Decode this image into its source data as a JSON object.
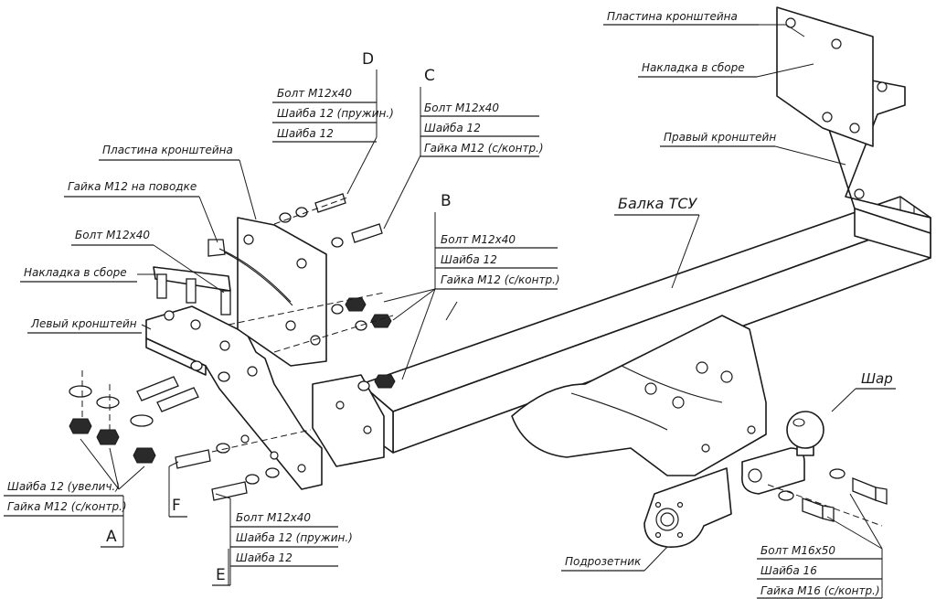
{
  "labels": {
    "bracket_plate_right": "Пластина кронштейна",
    "overlay_assembly_right": "Накладка в сборе",
    "right_bracket": "Правый кронштейн",
    "beam": "Балка ТСУ",
    "ball": "Шар",
    "socket_plate": "Подрозетник",
    "bracket_plate_left": "Пластина кронштейна",
    "nut_on_leash": "Гайка М12 на поводке",
    "bolt_left": "Болт М12х40",
    "overlay_assembly_left": "Накладка в сборе",
    "left_bracket": "Левый кронштейн"
  },
  "groups": {
    "A": {
      "letter": "A",
      "items": [
        "Шайба 12 (увелич.)",
        "Гайка М12 (с/контр.)"
      ]
    },
    "B": {
      "letter": "B",
      "items": [
        "Болт М12х40",
        "Шайба 12",
        "Гайка М12 (с/контр.)"
      ]
    },
    "C": {
      "letter": "C",
      "items": [
        "Болт М12х40",
        "Шайба 12",
        "Гайка М12 (с/контр.)"
      ]
    },
    "D": {
      "letter": "D",
      "items": [
        "Болт М12х40",
        "Шайба 12 (пружин.)",
        "Шайба 12"
      ]
    },
    "E": {
      "letter": "E",
      "items": [
        "Болт М12х40",
        "Шайба 12 (пружин.)",
        "Шайба 12"
      ]
    },
    "F": {
      "letter": "F"
    },
    "ball_hw": {
      "items": [
        "Болт М16х50",
        "Шайба 16",
        "Гайка М16 (с/контр.)"
      ]
    }
  }
}
